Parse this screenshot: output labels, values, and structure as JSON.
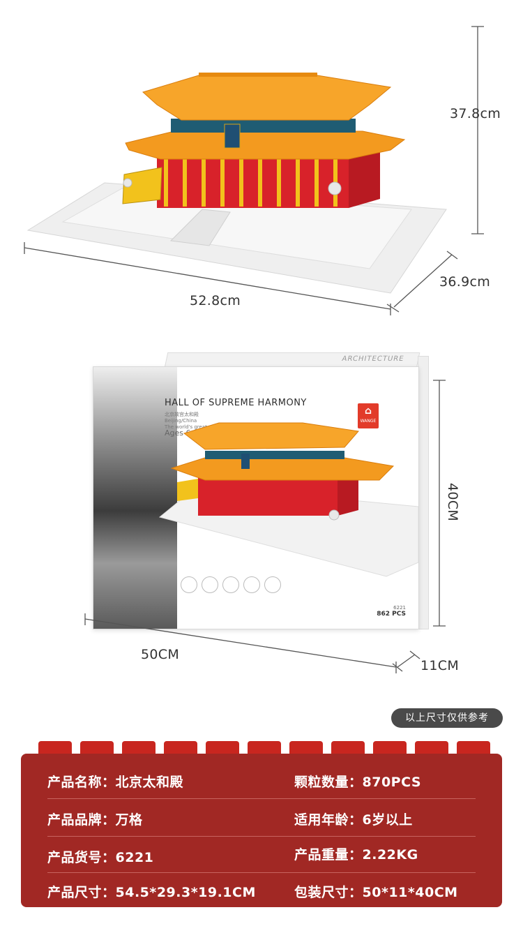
{
  "top_model": {
    "height_label": "37.8cm",
    "width_label": "52.8cm",
    "depth_label": "36.9cm"
  },
  "box": {
    "title": "HALL OF SUPREME HARMONY",
    "subtitle_cn": "北京故宫太和殿",
    "subtitle_location": "Beijing/China",
    "subtitle_tagline": "The world's great architecture",
    "ages": "Ages 6+",
    "spine_text": "ARCHITECTURE",
    "brand_logo_text": "WANGE",
    "model_number": "6221",
    "pieces": "862 PCS",
    "height_label": "40CM",
    "width_label": "50CM",
    "depth_label": "11CM"
  },
  "note": "以上尺寸仅供参考",
  "colors": {
    "panel_red": "#a12824",
    "roof_orange": "#f39a1f",
    "wall_red": "#d8222a",
    "eave_blue": "#1f5c73"
  },
  "specs": [
    {
      "left": "产品名称：北京太和殿",
      "right": "颗粒数量：870PCS"
    },
    {
      "left": "产品品牌：万格",
      "right": "适用年龄：6岁以上"
    },
    {
      "left": "产品货号：6221",
      "right": "产品重量：2.22KG"
    },
    {
      "left": "产品尺寸：54.5*29.3*19.1CM",
      "right": "包装尺寸：50*11*40CM"
    }
  ]
}
